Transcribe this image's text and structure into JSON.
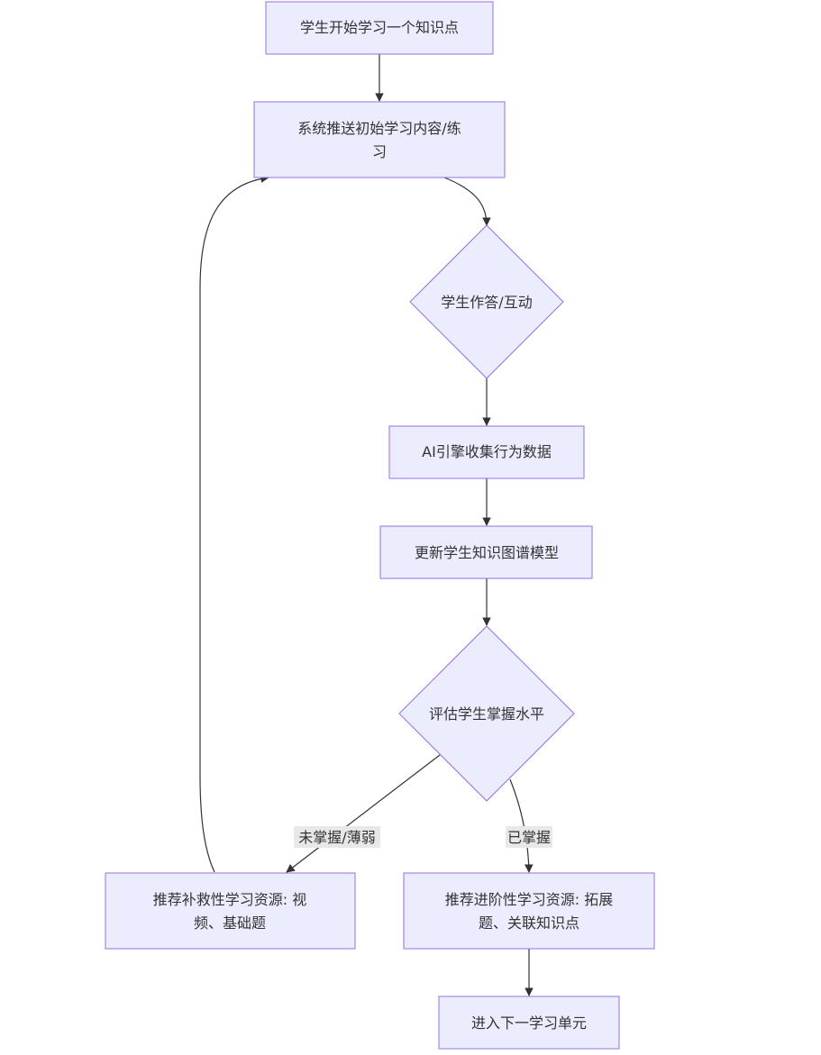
{
  "nodes": {
    "start": [
      "学生开始学习一个知识点"
    ],
    "push": [
      "系统推送初始学习内容/练",
      "习"
    ],
    "interact": [
      "学生作答/互动"
    ],
    "collect": [
      "AI引擎收集行为数据"
    ],
    "update": [
      "更新学生知识图谱模型"
    ],
    "assess": [
      "评估学生掌握水平"
    ],
    "remedial": [
      "推荐补救性学习资源: 视",
      "频、基础题"
    ],
    "advanced": [
      "推荐进阶性学习资源: 拓展",
      "题、关联知识点"
    ],
    "next": [
      "进入下一学习单元"
    ]
  },
  "edges": {
    "not_mastered": "未掌握/薄弱",
    "mastered": "已掌握"
  },
  "colors": {
    "node_fill": "#ECECFF",
    "node_stroke": "#9370DB",
    "edge": "#333333",
    "label_bg": "#E8E8E8"
  }
}
